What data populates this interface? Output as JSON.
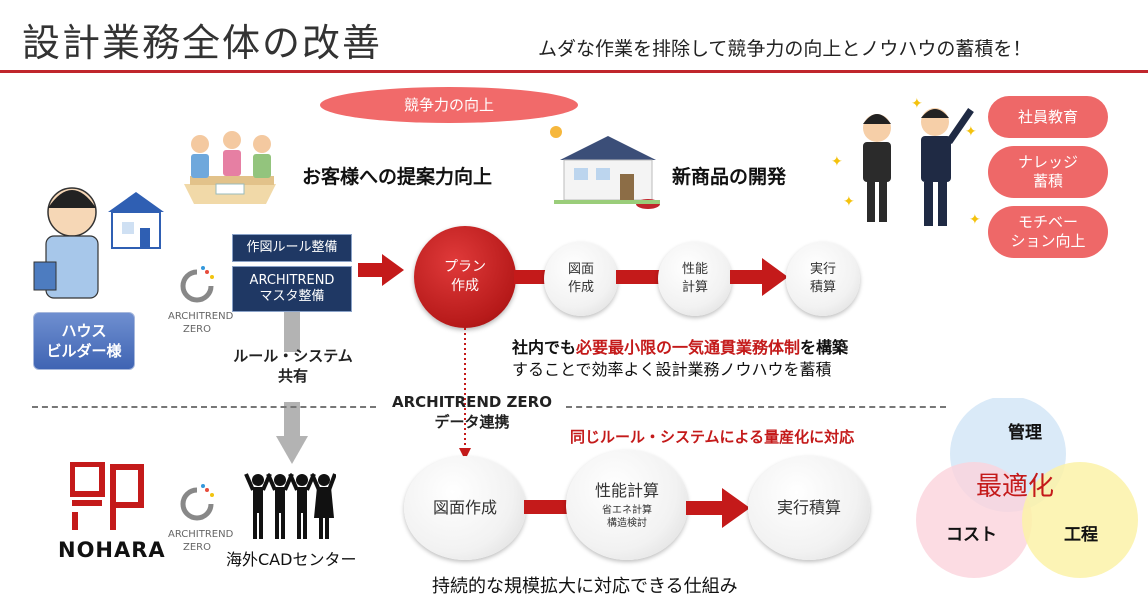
{
  "header": {
    "title": "設計業務全体の改善",
    "subtitle": "ムダな作業を排除して競争力の向上とノウハウの蓄積を！"
  },
  "top": {
    "competitiveness": "競争力の向上",
    "proposal": "お客様への提案力向上",
    "new_product": "新商品の開発"
  },
  "right_pills": [
    "社員教育",
    "ナレッジ\n蓄積",
    "モチベー\nション向上"
  ],
  "left": {
    "house_builder": "ハウス\nビルダー様",
    "logo_text": "ARCHITREND\nZERO",
    "rule_share": "ルール・システム\n共有"
  },
  "boxes": {
    "drawing_rules": "作図ルール整備",
    "master": "ARCHITREND\nマスタ整備"
  },
  "upper_flow": {
    "plan": "プラン\n作成",
    "drawing": "図面\n作成",
    "performance": "性能\n計算",
    "estimate": "実行\n積算"
  },
  "middle_text": {
    "line1_prefix": "社内でも",
    "line1_highlight": "必要最小限の一気通貫業務体制",
    "line1_suffix": "を構築",
    "line2": "することで効率よく設計業務ノウハウを蓄積",
    "data_link": "ARCHITREND ZERO\nデータ連携",
    "mass_production": "同じルール・システムによる量産化に対応"
  },
  "bottom": {
    "nohara": "NOHARA",
    "logo_text": "ARCHITREND\nZERO",
    "cad_center": "海外CADセンター",
    "drawing": "図面作成",
    "performance": "性能計算",
    "performance_sub": "省エネ計算\n構造検討",
    "estimate": "実行積算",
    "footer": "持続的な規模拡大に対応できる仕組み"
  },
  "venn": {
    "management": "管理",
    "optimize": "最適化",
    "cost": "コスト",
    "process": "工程"
  },
  "colors": {
    "accent_red": "#c0262c",
    "pill_red": "#f16a6a",
    "navy": "#1f3864"
  }
}
